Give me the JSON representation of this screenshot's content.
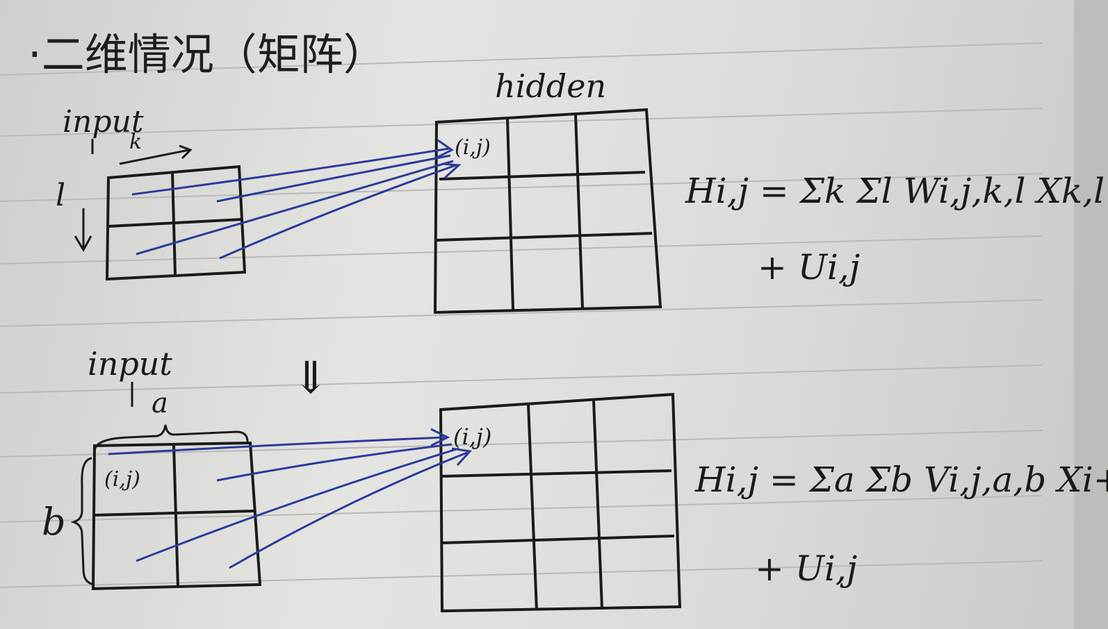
{
  "title": "·二维情况（矩阵）",
  "section_top": {
    "input_label": "input",
    "hidden_label": "hidden",
    "axis_k": "k",
    "axis_l": "l",
    "cell_label": "(i,j)",
    "formula_line1": "Hi,j = Σk Σl Wi,j,k,l Xk,l",
    "formula_line2": "+ Ui,j"
  },
  "transition_arrow": "⇓",
  "section_bottom": {
    "input_label": "input",
    "axis_a": "a",
    "axis_b": "b",
    "input_cell_label": "(i,j)",
    "hidden_cell_label": "(i,j)",
    "formula_line1": "Hi,j = Σa Σb Vi,j,a,b Xi+a,j+b",
    "formula_line2": "+ Ui,j"
  },
  "colors": {
    "ink": "#1a1a1a",
    "pen_blue": "#2a3a9a",
    "rule_line": "#b9b9b6"
  }
}
